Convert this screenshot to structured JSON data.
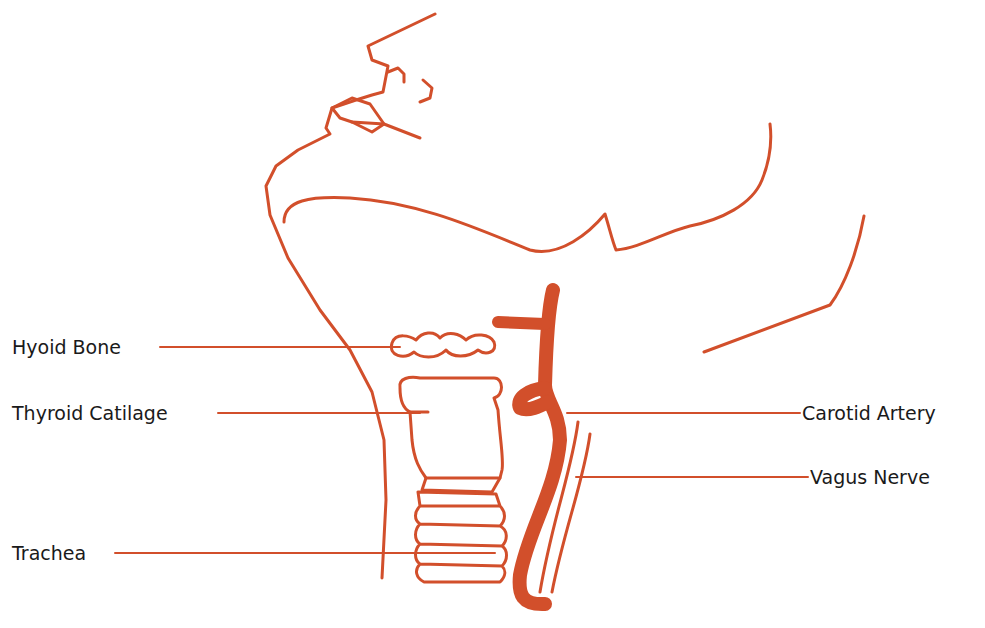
{
  "diagram": {
    "labels": [
      "Hyoid Bone",
      "Thyroid Catilage",
      "Trachea",
      "Carotid Artery",
      "Vagus Nerve"
    ]
  }
}
